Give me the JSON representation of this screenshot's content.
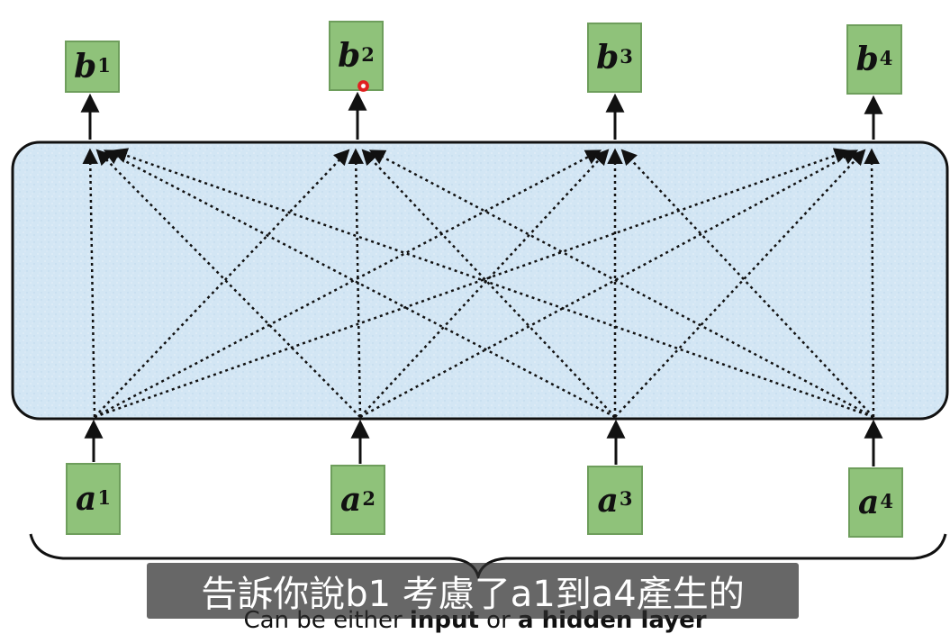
{
  "outputs": [
    {
      "sym": "b",
      "sup": "1"
    },
    {
      "sym": "b",
      "sup": "2"
    },
    {
      "sym": "b",
      "sup": "3"
    },
    {
      "sym": "b",
      "sup": "4"
    }
  ],
  "inputs": [
    {
      "sym": "a",
      "sup": "1"
    },
    {
      "sym": "a",
      "sup": "2"
    },
    {
      "sym": "a",
      "sup": "3"
    },
    {
      "sym": "a",
      "sup": "4"
    }
  ],
  "caption": {
    "prefix": "Can be either ",
    "bold1": "input",
    "middle": " or ",
    "bold2": "a hidden layer"
  },
  "subtitle": "告訴你說b1 考慮了a1到a4產生的",
  "colors": {
    "node_fill": "#8fc27a",
    "block_fill": "#d3e6f4",
    "arrow": "#111111"
  }
}
